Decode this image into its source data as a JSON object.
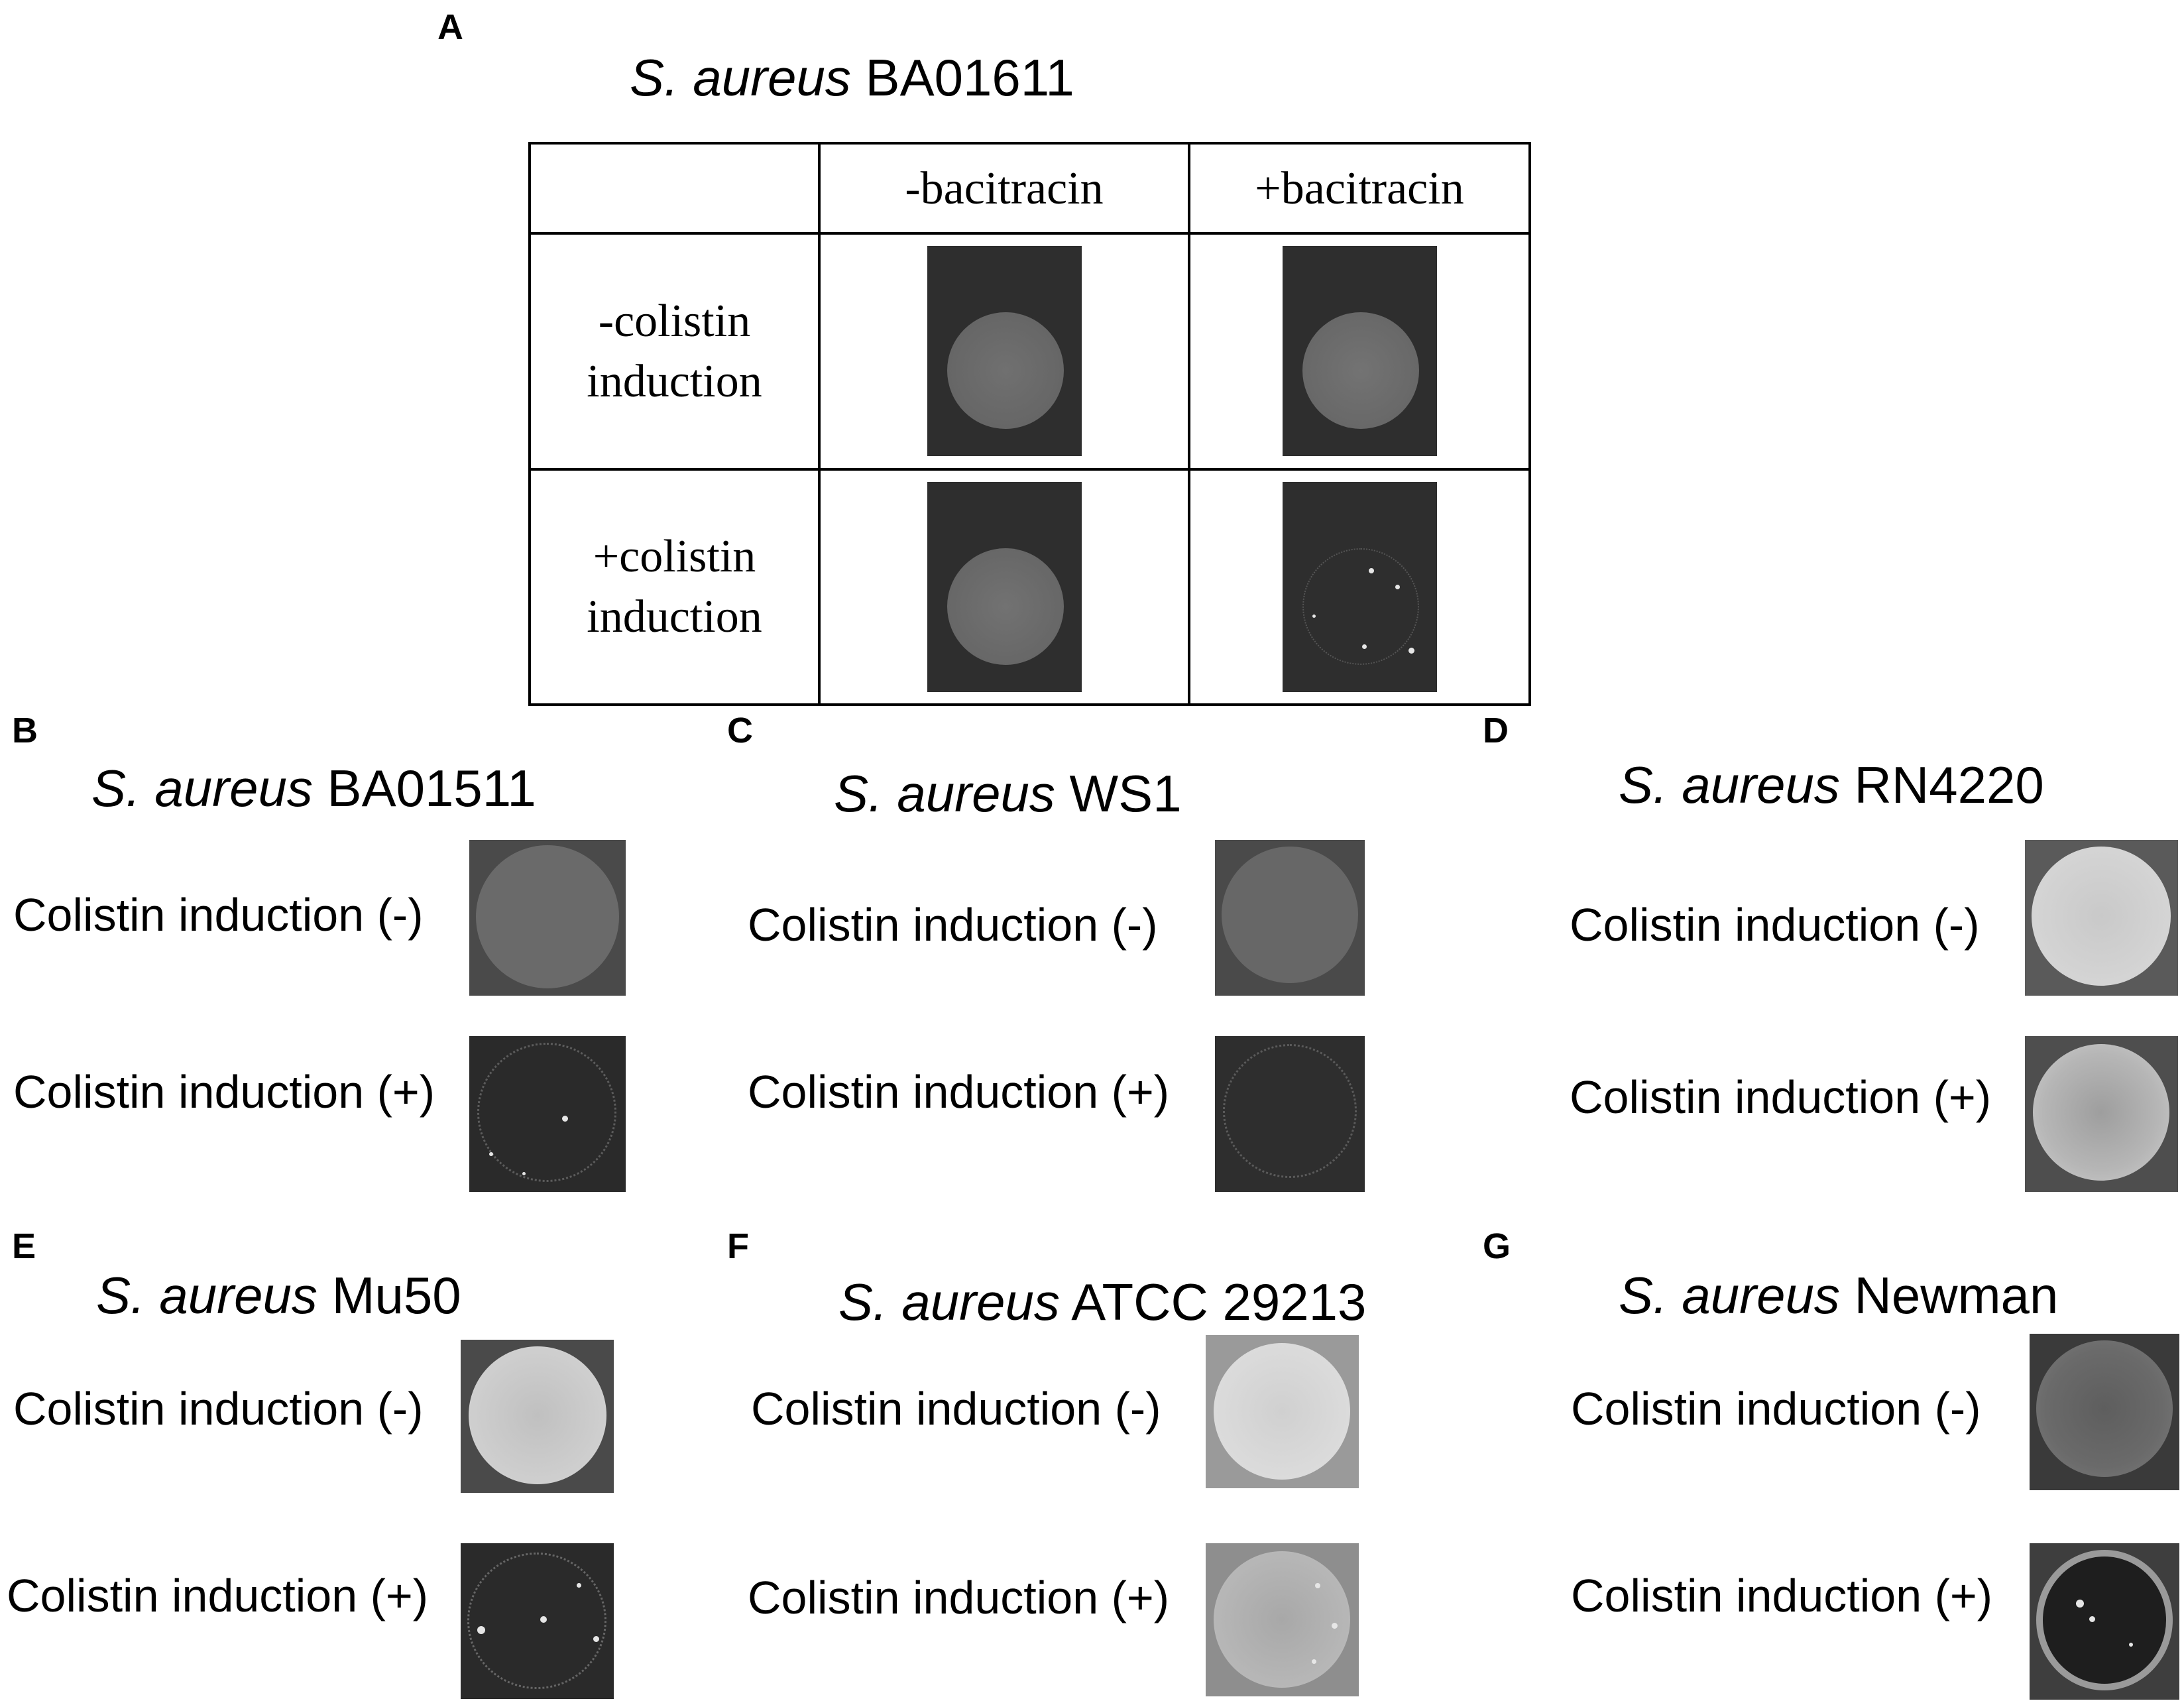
{
  "panel_a": {
    "letter": "A",
    "title_species": "S. aureus",
    "title_strain": "BA01611",
    "table": {
      "col_headers": [
        "",
        "-bacitracin",
        "+bacitracin"
      ],
      "rows": [
        {
          "label_line1": "-colistin",
          "label_line2": "induction",
          "growth": [
            "confluent",
            "confluent"
          ]
        },
        {
          "label_line1": "+colistin",
          "label_line2": "induction",
          "growth": [
            "confluent",
            "sparse colonies"
          ]
        }
      ]
    }
  },
  "panels": [
    {
      "letter": "B",
      "species": "S. aureus",
      "strain": "BA01511",
      "minus_label": "Colistin induction (-)",
      "plus_label": "Colistin induction (+)"
    },
    {
      "letter": "C",
      "species": "S. aureus",
      "strain": "WS1",
      "minus_label": "Colistin induction (-)",
      "plus_label": "Colistin induction (+)"
    },
    {
      "letter": "D",
      "species": "S. aureus",
      "strain": "RN4220",
      "minus_label": "Colistin induction (-)",
      "plus_label": "Colistin induction (+)"
    },
    {
      "letter": "E",
      "species": "S. aureus",
      "strain": "Mu50",
      "minus_label": "Colistin induction (-)",
      "plus_label": "Colistin induction (+)"
    },
    {
      "letter": "F",
      "species": "S. aureus",
      "strain": "ATCC 29213",
      "minus_label": "Colistin induction (-)",
      "plus_label": "Colistin induction (+)"
    },
    {
      "letter": "G",
      "species": "S. aureus",
      "strain": "Newman",
      "minus_label": "Colistin induction (-)",
      "plus_label": "Colistin induction (+)"
    }
  ],
  "colors": {
    "plate_dark": "#2e2e2e",
    "plate_mid": "#4a4a4a",
    "plate_light": "#9a9a9a",
    "growth_gray": "#6e6e6e",
    "growth_light": "#d8d8d8",
    "colony_white": "#e6e6e6"
  }
}
